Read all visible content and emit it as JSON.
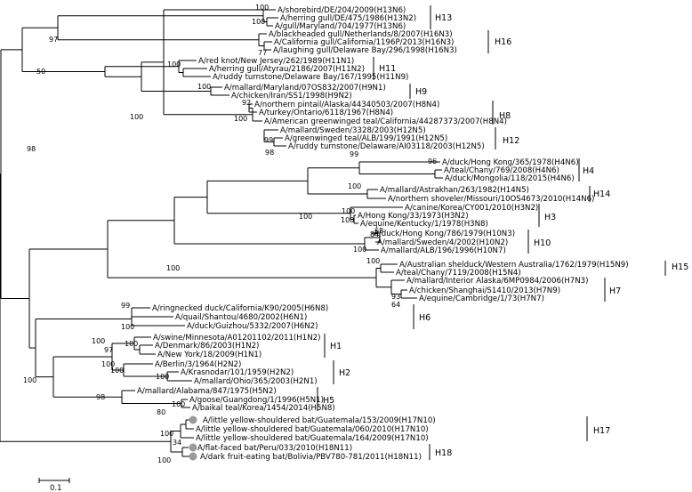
{
  "scale_bar_label": "0.1",
  "marker_color": "#9a9a9a",
  "taxa": [
    "A/shorebird/DE/204/2009(H13N6)",
    "A/herring gull/DE/475/1986(H13N2)",
    "A/gull/Maryland/704/1977(H13N6)",
    "A/blackheaded gull/Netherlands/8/2007(H16N3)",
    "A/California gull/California/1196P/2013(H16N3)",
    "A/laughing gull/Delaware Bay/296/1998(H16N3)",
    "A/red knot/New Jersey/262/1989(H11N1)",
    "A/herring gull/Atyrau/2186/2007(H11N2)",
    "A/ruddy turnstone/Delaware Bay/167/1995(H11N9)",
    "A/mallard/Maryland/07OS832/2007(H9N1)",
    "A/chicken/Iran/SS1/1998(H9N2)",
    "A/northern pintail/Alaska/44340503/2007(H8N4)",
    "A/turkey/Ontario/6118/1967(H8N4)",
    "A/American greenwinged teal/California/44287373/2007(H8N4)",
    "A/mallard/Sweden/3328/2003(H12N5)",
    "A/greenwinged teal/ALB/199/1991(H12N5)",
    "A/ruddy turnstone/Delaware/AI03118/2003(H12N5)",
    "A/duck/Hong Kong/365/1978(H4N6)",
    "A/teal/Chany/769/2008(H4N6)",
    "A/duck/Mongolia/118/2015(H4N6)",
    "A/mallard/Astrakhan/263/1982(H14N5)",
    "A/northern shoveler/Missouri/10OS4673/2010(H14N6)",
    "A/canine/Korea/CY001/2010(H3N2)",
    "A/Hong Kong/33/1973(H3N2)",
    "A/equine/Kentucky/1/1978(H3N8)",
    "A/duck/Hong Kong/786/1979(H10N3)",
    "A/mallard/Sweden/4/2002(H10N2)",
    "A/mallard/ALB/196/1996(H10N7)",
    "A/Australian shelduck/Western Australia/1762/1979(H15N9)",
    "A/teal/Chany/7119/2008(H15N4)",
    "A/mallard/Interior Alaska/6MP0984/2006(H7N3)",
    "A/chicken/Shanghai/S1410/2013(H7N9)",
    "A/equine/Cambridge/1/73(H7N7)",
    "A/ringnecked duck/California/K90/2005(H6N8)",
    "A/quail/Shantou/4680/2002(H6N1)",
    "A/duck/Guizhou/5332/2007(H6N2)",
    "A/swine/Minnesota/A01201102/2011(H1N2)",
    "A/Denmark/86/2003(H1N2)",
    "A/New York/18/2009(H1N1)",
    "A/Berlin/3/1964(H2N2)",
    "A/Krasnodar/101/1959(H2N2)",
    "A/mallard/Ohio/365/2003(H2N1)",
    "A/mallard/Alabama/847/1975(H5N2)",
    "A/goose/Guangdong/1/1996(H5N1)",
    "A/baikal teal/Korea/1454/2014(H5N8)",
    "A/little yellow-shouldered bat/Guatemala/153/2009(H17N10)",
    "A/little yellow-shouldered bat/Guatemala/060/2010(H17N10)",
    "A/little yellow-shouldered bat/Guatemala/164/2009(H17N10)",
    "A/flat-faced bat/Peru/033/2010(H18N11)",
    "A/dark fruit-eating bat/Bolivia/PBV780-781/2011(H18N11)"
  ],
  "bootstrap": [
    "100",
    "100",
    "77",
    "97",
    "100",
    "50",
    "100",
    "92",
    "100",
    "98",
    "100",
    "99",
    "98",
    "96",
    "99",
    "100",
    "100",
    "100",
    "100",
    "68",
    "84",
    "100",
    "100",
    "100",
    "93",
    "64",
    "100",
    "99",
    "100",
    "100",
    "100",
    "97",
    "100",
    "100",
    "98",
    "100",
    "80",
    "100",
    "100",
    "34",
    "100"
  ],
  "groups": [
    "H13",
    "H16",
    "H11",
    "H9",
    "H8",
    "H12",
    "H4",
    "H14",
    "H3",
    "H10",
    "H15",
    "H7",
    "H6",
    "H1",
    "H2",
    "H5",
    "H17",
    "H18"
  ]
}
